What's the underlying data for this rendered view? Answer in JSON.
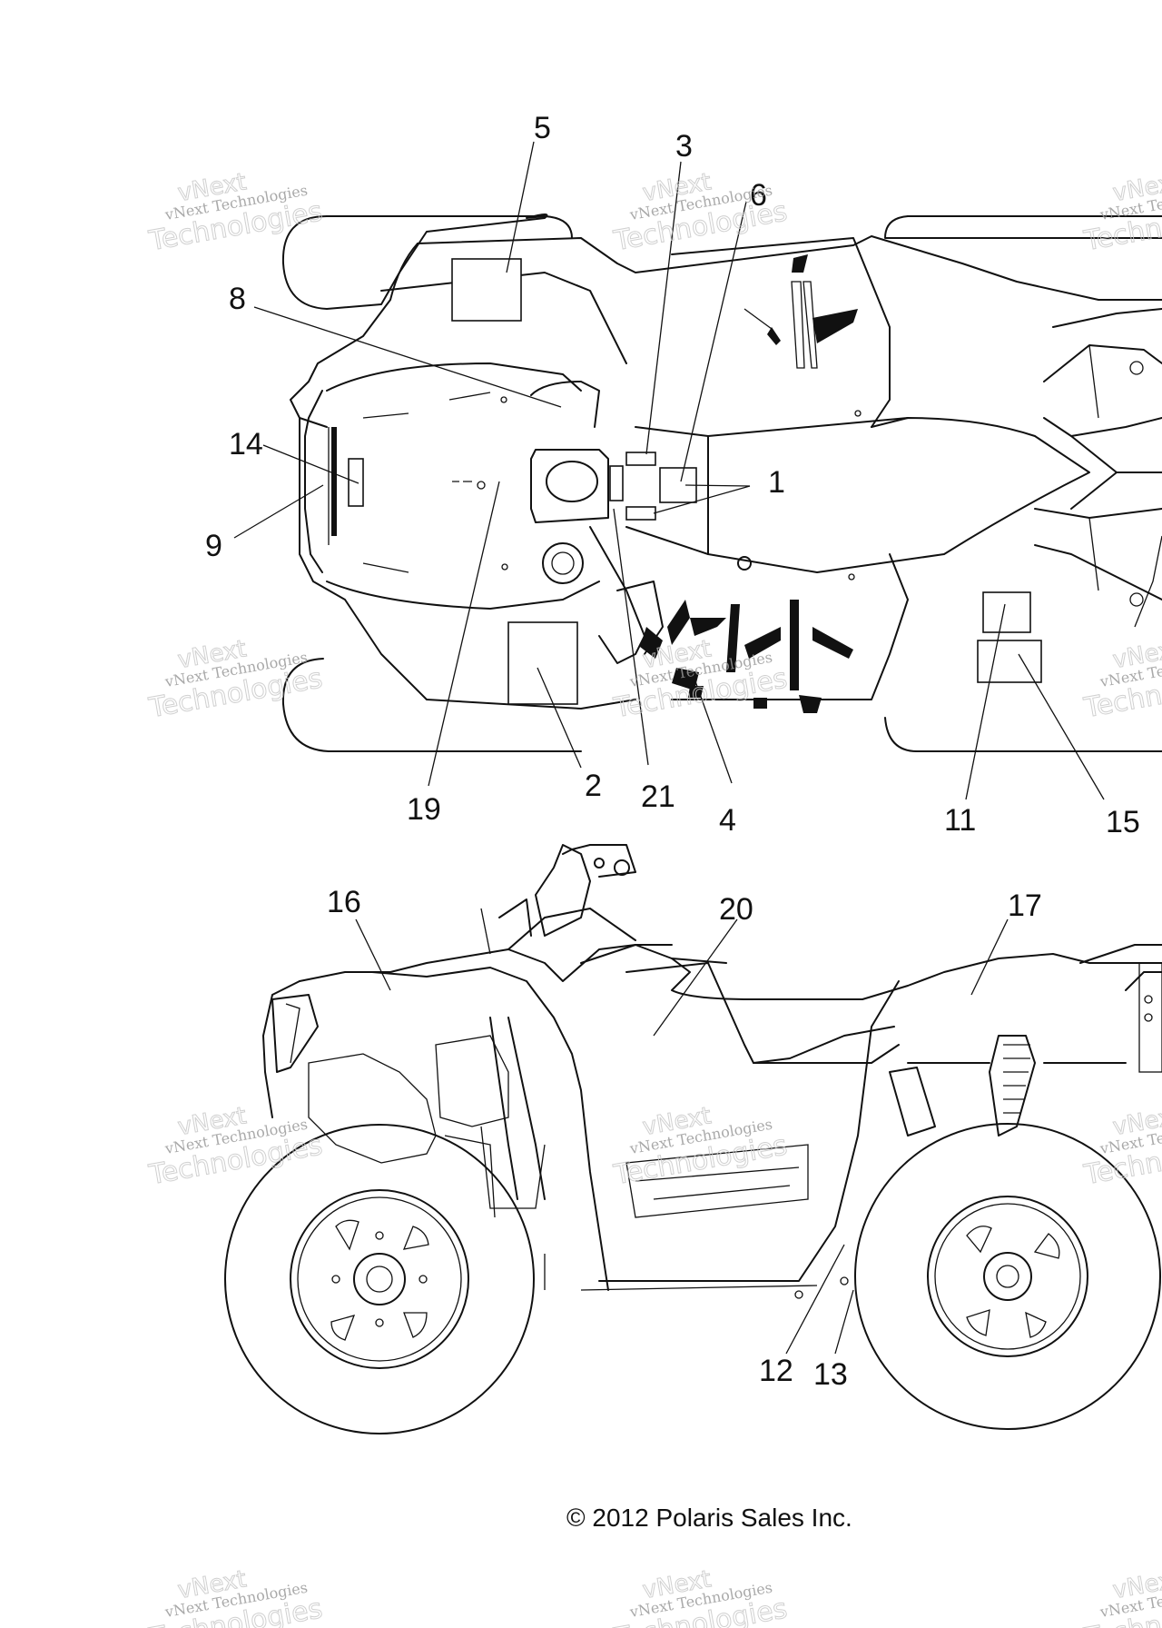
{
  "callouts": {
    "c1": "1",
    "c2": "2",
    "c3": "3",
    "c4": "4",
    "c5": "5",
    "c6": "6",
    "c8": "8",
    "c9": "9",
    "c11": "11",
    "c12": "12",
    "c13": "13",
    "c14": "14",
    "c15": "15",
    "c16": "16",
    "c17": "17",
    "c19": "19",
    "c20": "20",
    "c21": "21"
  },
  "copyright": "© 2012 Polaris Sales Inc.",
  "watermark": {
    "line1": "vNext Technologies",
    "line2": "Technologies",
    "line0": "vNext"
  }
}
